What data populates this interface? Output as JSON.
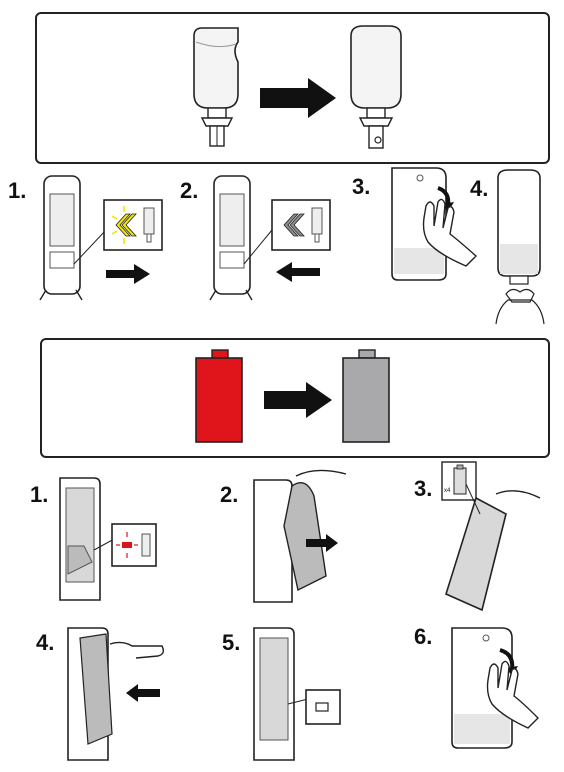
{
  "colors": {
    "outline": "#222222",
    "arrow": "#111111",
    "battery_empty": "#e0141b",
    "battery_full": "#a9a9ab",
    "led_yellow": "#f2e600",
    "led_grey": "#8c8c8c",
    "led_red": "#d9141b",
    "hand_fill": "#ffffff",
    "refill_fill": "#eeeeee"
  },
  "section_refill": {
    "steps": [
      "1.",
      "2.",
      "3.",
      "4."
    ]
  },
  "section_battery": {
    "steps": [
      "1.",
      "2.",
      "3.",
      "4.",
      "5.",
      "6."
    ],
    "battery_count_label": "x4"
  },
  "icons": [
    "refill-bottle-old-icon",
    "refill-bottle-new-icon",
    "right-arrow-icon",
    "dispenser-icon",
    "led-indicator-icon",
    "hand-icon",
    "battery-icon"
  ]
}
